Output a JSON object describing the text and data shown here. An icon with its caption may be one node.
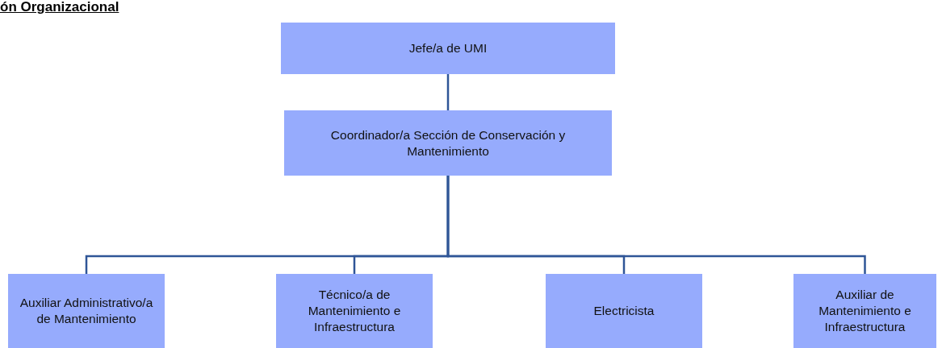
{
  "diagram": {
    "title": "ón Organizacional",
    "nodes": [
      {
        "text": [
          "Jefe/a de UMI"
        ]
      },
      {
        "text": [
          "Coordinador/a Sección de Conservación y Mantenimiento"
        ]
      },
      {
        "text": [
          "Auxiliar Administrativo/a de Mantenimiento"
        ]
      },
      {
        "text": [
          "Técnico/a de Mantenimiento e Infraestructura"
        ]
      },
      {
        "text": [
          "Electricista"
        ]
      },
      {
        "text": [
          "Auxiliar de Mantenimiento e Infraestructura"
        ]
      }
    ],
    "edges": [
      {
        "from": 0,
        "to": 1,
        "arrow": "none"
      },
      {
        "from": 1,
        "to": 2,
        "arrow": "none"
      },
      {
        "from": 1,
        "to": 3,
        "arrow": "none"
      },
      {
        "from": 1,
        "to": 4,
        "arrow": "none"
      },
      {
        "from": 1,
        "to": 5,
        "arrow": "none"
      }
    ]
  }
}
